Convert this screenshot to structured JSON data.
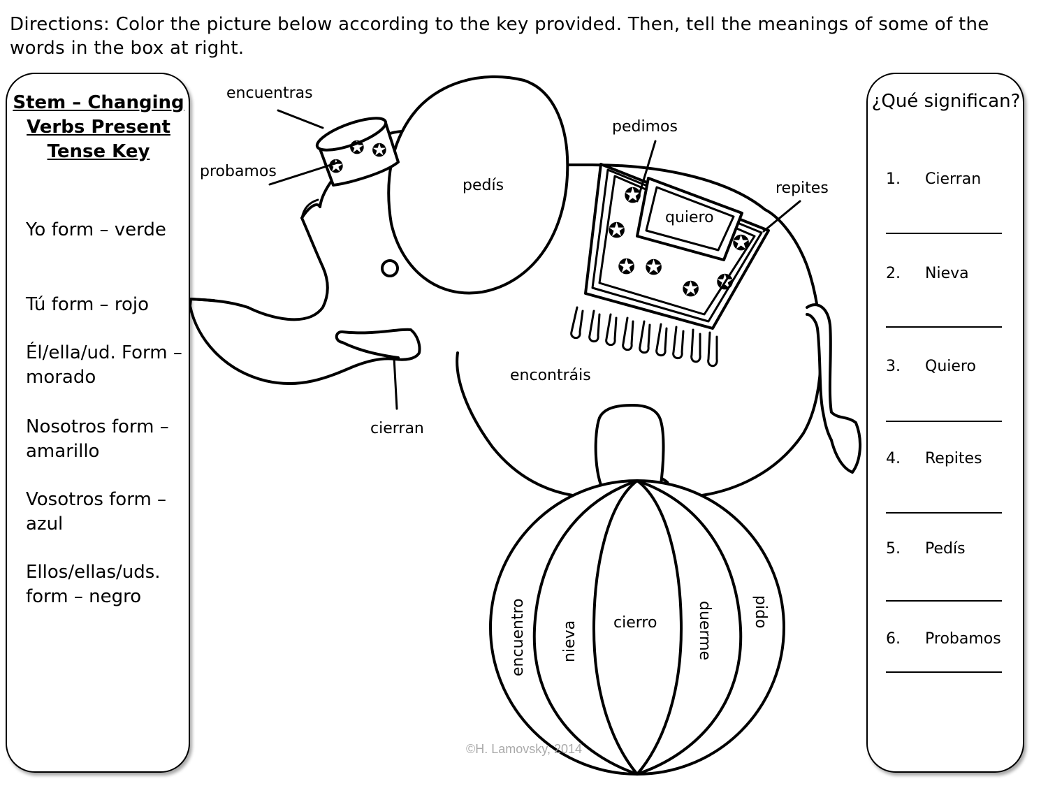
{
  "directions": "Directions:  Color the picture below according to the key provided.  Then, tell the meanings of some of the words in the box at right.",
  "key": {
    "title": "Stem – Changing Verbs Present Tense Key",
    "items": [
      "Yo form – verde",
      "Tú form – rojo",
      "Él/ella/ud. Form – morado",
      "Nosotros form – amarillo",
      "Vosotros form – azul",
      "Ellos/ellas/uds. form – negro"
    ]
  },
  "quiz": {
    "title": "¿Qué significan?",
    "items": [
      {
        "num": "1.",
        "word": "Cierran"
      },
      {
        "num": "2.",
        "word": "Nieva"
      },
      {
        "num": "3.",
        "word": "Quiero"
      },
      {
        "num": "4.",
        "word": "Repites"
      },
      {
        "num": "5.",
        "word": "Pedís"
      },
      {
        "num": "6.",
        "word": "Probamos"
      }
    ]
  },
  "picture": {
    "labels": {
      "encuentras": "encuentras",
      "probamos": "probamos",
      "pedis": "pedís",
      "pedimos": "pedimos",
      "repites": "repites",
      "quiero": "quiero",
      "encontrais": "encontráis",
      "cierran": "cierran"
    },
    "ball_labels": {
      "encuentro": "encuentro",
      "nieva": "nieva",
      "cierro": "cierro",
      "duerme": "duerme",
      "pido": "pido"
    }
  },
  "footer": "©H. Lamovsky, 2014"
}
